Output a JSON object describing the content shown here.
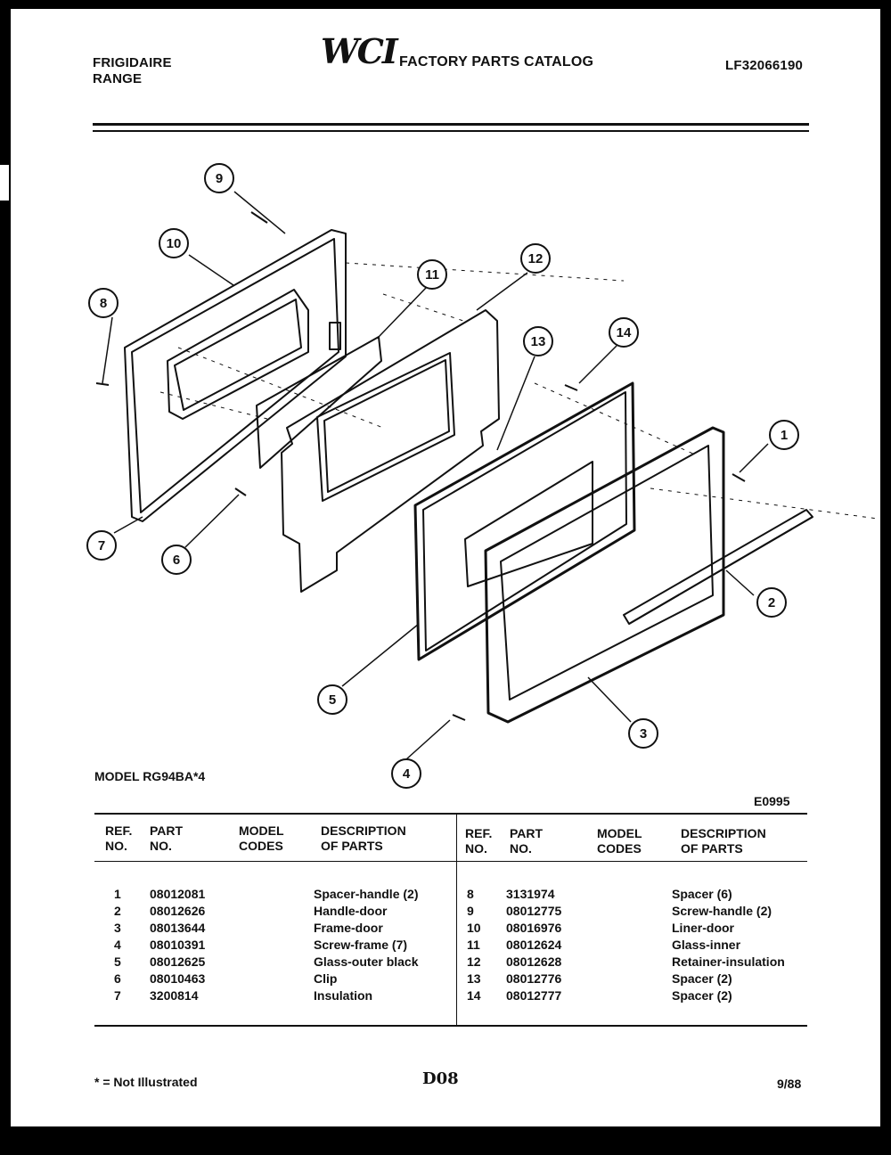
{
  "header": {
    "brand": "FRIGIDAIRE",
    "product": "RANGE",
    "logo_text": "WCI",
    "catalog_title": "FACTORY PARTS CATALOG",
    "catalog_number": "LF32066190"
  },
  "diagram": {
    "callouts": [
      "1",
      "2",
      "3",
      "4",
      "5",
      "6",
      "7",
      "8",
      "9",
      "10",
      "11",
      "12",
      "13",
      "14"
    ]
  },
  "model_line": "MODEL RG94BA*4",
  "drawing_code": "E0995",
  "table": {
    "headers_left": {
      "ref": [
        "REF.",
        "NO."
      ],
      "part": [
        "PART",
        "NO."
      ],
      "model": [
        "MODEL",
        "CODES"
      ],
      "desc": [
        "DESCRIPTION",
        "OF PARTS"
      ]
    },
    "headers_right": {
      "ref": [
        "REF.",
        "NO."
      ],
      "part": [
        "PART",
        "NO."
      ],
      "model": [
        "MODEL",
        "CODES"
      ],
      "desc": [
        "DESCRIPTION",
        "OF PARTS"
      ]
    },
    "left_rows": [
      {
        "ref": "1",
        "part": "08012081",
        "desc": "Spacer-handle (2)"
      },
      {
        "ref": "2",
        "part": "08012626",
        "desc": "Handle-door"
      },
      {
        "ref": "3",
        "part": "08013644",
        "desc": "Frame-door"
      },
      {
        "ref": "4",
        "part": "08010391",
        "desc": "Screw-frame (7)"
      },
      {
        "ref": "5",
        "part": "08012625",
        "desc": "Glass-outer black"
      },
      {
        "ref": "6",
        "part": "08010463",
        "desc": "Clip"
      },
      {
        "ref": "7",
        "part": "3200814",
        "desc": "Insulation"
      }
    ],
    "right_rows": [
      {
        "ref": "8",
        "part": "3131974",
        "desc": "Spacer (6)"
      },
      {
        "ref": "9",
        "part": "08012775",
        "desc": "Screw-handle (2)"
      },
      {
        "ref": "10",
        "part": "08016976",
        "desc": "Liner-door"
      },
      {
        "ref": "11",
        "part": "08012624",
        "desc": "Glass-inner"
      },
      {
        "ref": "12",
        "part": "08012628",
        "desc": "Retainer-insulation"
      },
      {
        "ref": "13",
        "part": "08012776",
        "desc": "Spacer (2)"
      },
      {
        "ref": "14",
        "part": "08012777",
        "desc": "Spacer (2)"
      }
    ]
  },
  "footer": {
    "note": "* = Not Illustrated",
    "page_code": "D08",
    "date": "9/88"
  }
}
